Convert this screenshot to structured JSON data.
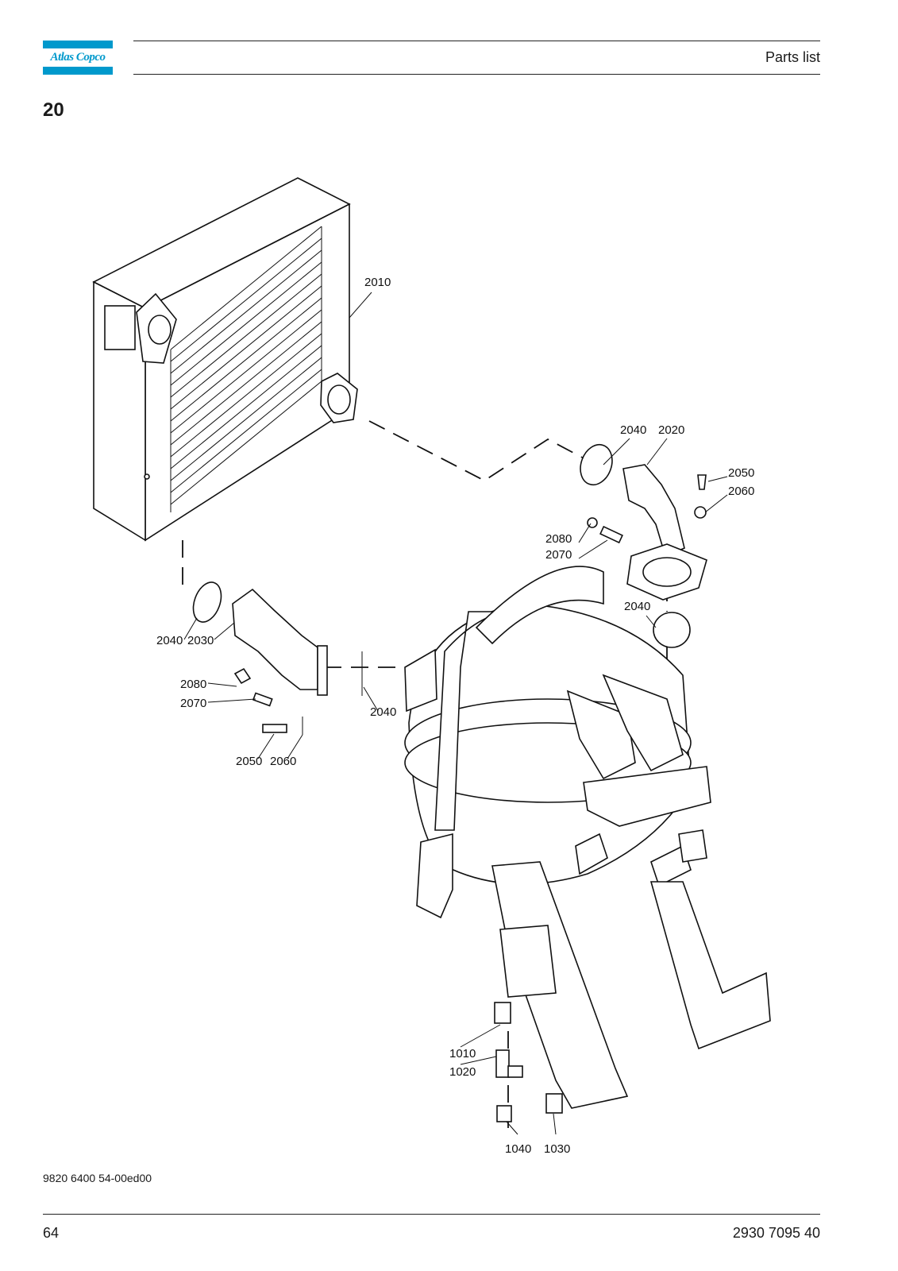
{
  "header": {
    "brand": "Atlas Copco",
    "title": "Parts list"
  },
  "section": {
    "number": "20"
  },
  "callouts": {
    "c2010": "2010",
    "c2040_a": "2040",
    "c2020": "2020",
    "c2050_a": "2050",
    "c2060_a": "2060",
    "c2080_a": "2080",
    "c2070_a": "2070",
    "c2040_b": "2040",
    "c2040_c": "2040",
    "c2030": "2030",
    "c2080_b": "2080",
    "c2070_b": "2070",
    "c2040_d": "2040",
    "c2050_b": "2050",
    "c2060_b": "2060",
    "c1010": "1010",
    "c1020": "1020",
    "c1040": "1040",
    "c1030": "1030"
  },
  "footer": {
    "doc_id": "9820 6400 54-00ed00",
    "page": "64",
    "part_number": "2930 7095 40"
  },
  "colors": {
    "brand_blue": "#0099cc",
    "line": "#111111"
  }
}
